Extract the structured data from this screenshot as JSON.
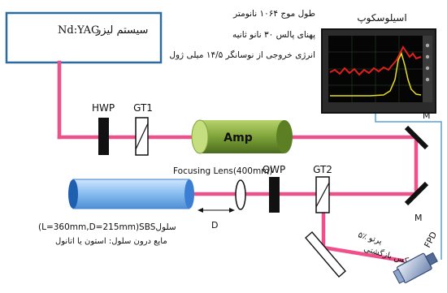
{
  "laser": {
    "label": "سیستم لیزر",
    "model": "Nd:YAG"
  },
  "oscilloscope": {
    "label": "اسیلوسکوپ"
  },
  "specs": [
    "طول موج ۱۰۶۴ نانومتر",
    "پهنای پالس ۳۰ نانو ثانیه",
    "انرژی خروجی از نوسانگر ۱۴/۵ میلی ژول"
  ],
  "components": {
    "hwp": "HWP",
    "gt1": "GT1",
    "amp": "Amp",
    "mirror1": "M",
    "mirror2": "M",
    "focusing_lens": "Focusing Lens(400mm)",
    "qwp": "QWP",
    "gt2": "GT2",
    "distance": "D",
    "sbs_cell": "(L=360mm,D=215mm)SBSسلول",
    "sbs_liquid": "مایع درون سلول: استون یا اتانول",
    "backscatter": [
      "۵٪ پرتو",
      "استوکس بازگشتی"
    ],
    "fpd": "FPD"
  },
  "colors": {
    "beam": "#f0508a",
    "amp_green": "#6b8e23",
    "sbs_blue": "#3b7fd4",
    "laser_border": "#2d6a9f",
    "scope_trace_red": "#e0201b",
    "scope_trace_yellow": "#e6e020"
  }
}
